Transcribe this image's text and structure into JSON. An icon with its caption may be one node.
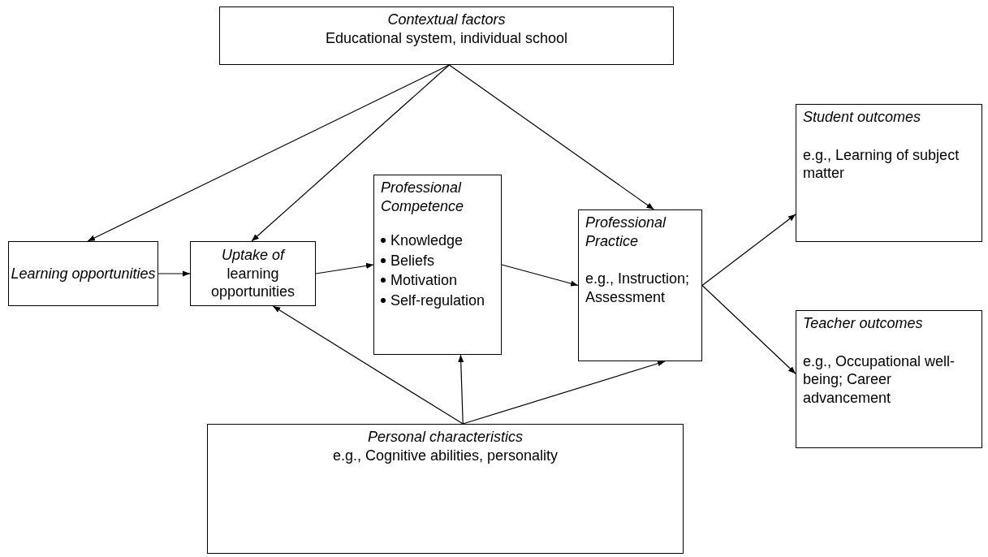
{
  "diagram": {
    "nodes": [
      {
        "text": [
          "Contextual factors",
          "Educational system, individual school"
        ]
      },
      {
        "text": [
          "Learning opportunities"
        ]
      },
      {
        "text": [
          "Uptake of",
          "learning opportunities"
        ]
      },
      {
        "text": [
          "Professional Competence",
          "Knowledge",
          "Beliefs",
          "Motivation",
          "Self-regulation"
        ]
      },
      {
        "text": [
          "Professional Practice",
          "e.g., Instruction; Assessment"
        ]
      },
      {
        "text": [
          "Student outcomes",
          "e.g., Learning of subject matter"
        ]
      },
      {
        "text": [
          "Teacher outcomes",
          "e.g., Occupational well-being; Career advancement"
        ]
      },
      {
        "text": [
          "Personal characteristics",
          "e.g., Cognitive abilities, personality"
        ]
      }
    ],
    "edges": [
      {
        "from": 0,
        "to": 1,
        "arrow": "to"
      },
      {
        "from": 0,
        "to": 2,
        "arrow": "to"
      },
      {
        "from": 0,
        "to": 4,
        "arrow": "to"
      },
      {
        "from": 1,
        "to": 2,
        "arrow": "to"
      },
      {
        "from": 2,
        "to": 3,
        "arrow": "to"
      },
      {
        "from": 3,
        "to": 4,
        "arrow": "to"
      },
      {
        "from": 4,
        "to": 5,
        "arrow": "to"
      },
      {
        "from": 4,
        "to": 6,
        "arrow": "to"
      },
      {
        "from": 7,
        "to": 2,
        "arrow": "to"
      },
      {
        "from": 7,
        "to": 3,
        "arrow": "to"
      },
      {
        "from": 7,
        "to": 4,
        "arrow": "to"
      }
    ]
  }
}
